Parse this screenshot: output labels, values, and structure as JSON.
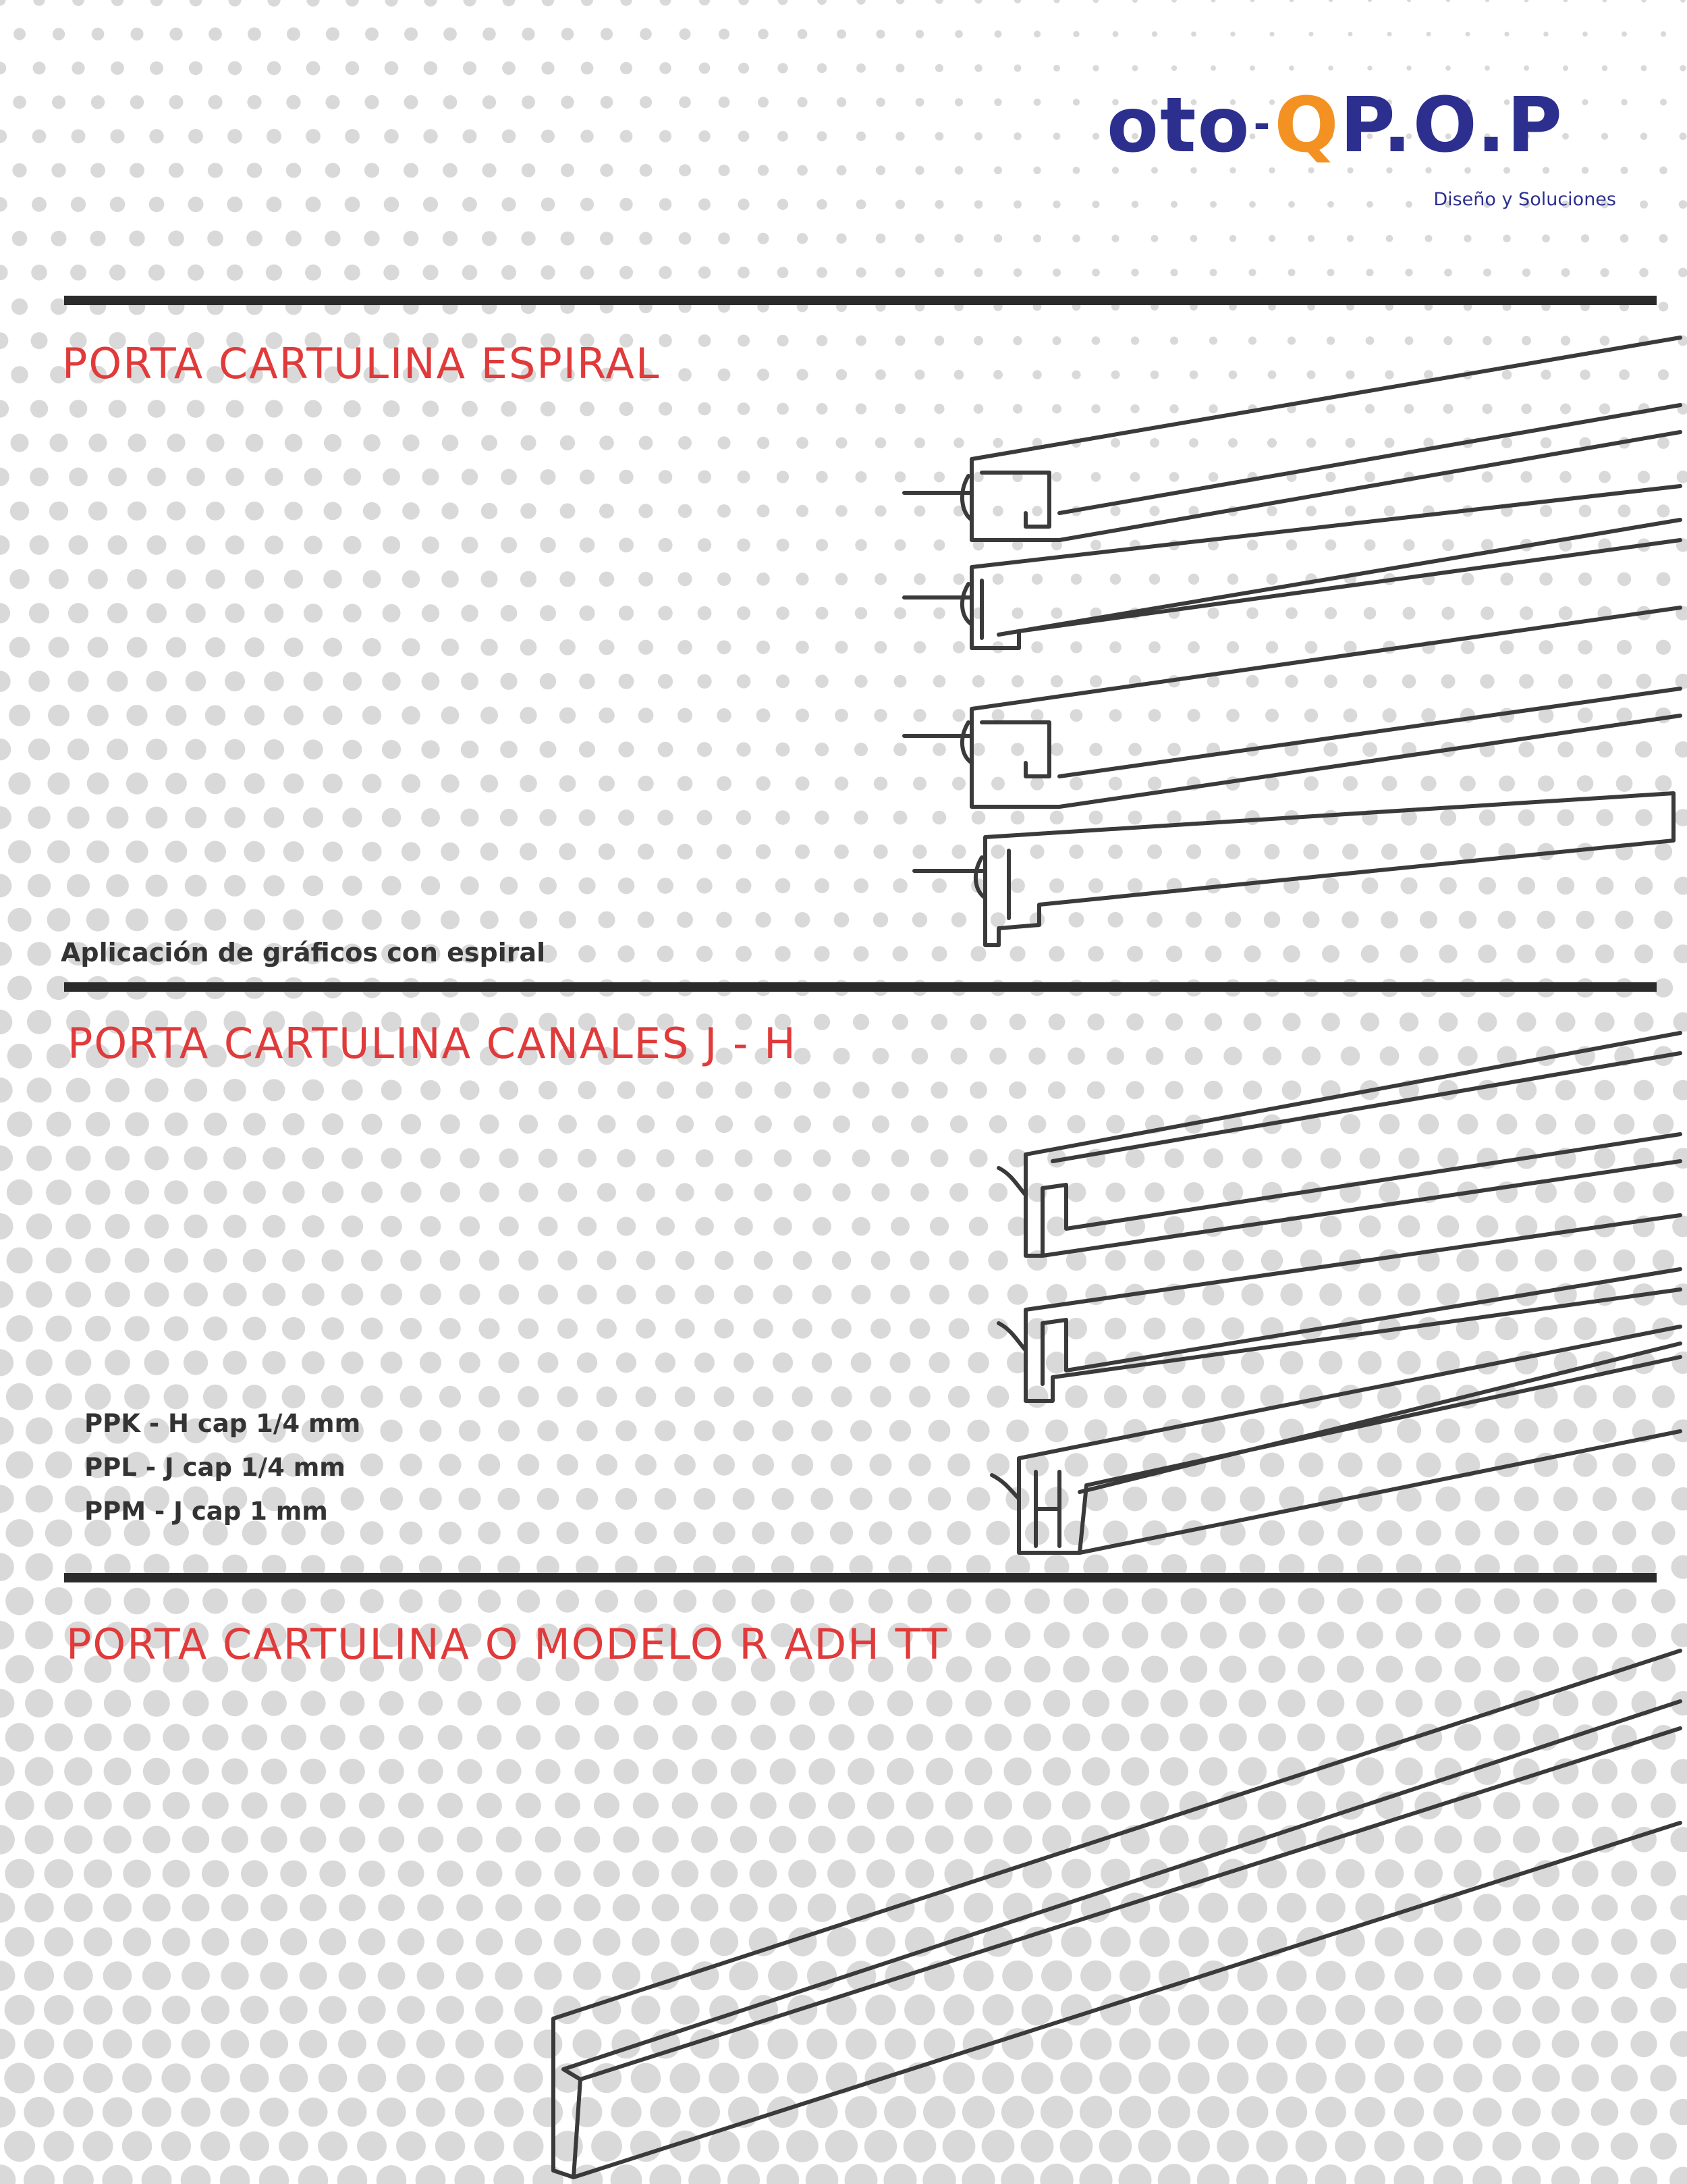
{
  "logo": {
    "brand_part1": "oto",
    "separator": "-",
    "brand_q": "Q",
    "brand_part2": "P.O.P",
    "tagline": "Diseño y Soluciones"
  },
  "colors": {
    "title_red": "#e03a3a",
    "logo_blue": "#2d2f8f",
    "logo_orange": "#f39222",
    "rule_dark": "#2b2b2b",
    "dot_gray": "#d9d9d9"
  },
  "sections": [
    {
      "title": "PORTA CARTULINA ESPIRAL",
      "caption": "Aplicación de gráficos con espiral"
    },
    {
      "title": "PORTA CARTULINA CANALES J - H",
      "specs": [
        "PPK - H cap 1/4 mm",
        "PPL - J cap 1/4 mm",
        "PPM - J cap 1 mm"
      ]
    },
    {
      "title": "PORTA CARTULINA O MODELO R ADH TT"
    }
  ]
}
